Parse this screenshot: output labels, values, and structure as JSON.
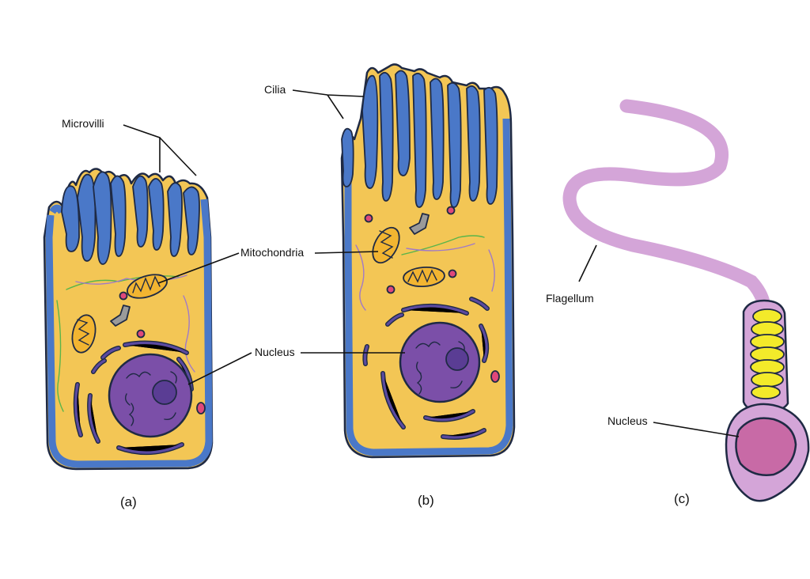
{
  "labels": {
    "microvilli": "Microvilli",
    "cilia": "Cilia",
    "mitochondria": "Mitochondria",
    "nucleus_b": "Nucleus",
    "flagellum": "Flagellum",
    "nucleus_c": "Nucleus"
  },
  "captions": {
    "a": "(a)",
    "b": "(b)",
    "c": "(c)"
  },
  "colors": {
    "membrane": "#4a78c8",
    "cytoplasm": "#f3c655",
    "nucleus": "#7b4fa8",
    "nucleolus": "#5a3d94",
    "er": "#5b4aa0",
    "mitochondria": "#f2b531",
    "vesicle": "#e0487a",
    "golgi": "#9a9a9a",
    "fiber_green": "#5ab54a",
    "fiber_purple": "#a07ac8",
    "sperm_body": "#d4a5d8",
    "sperm_head": "#c86aa6",
    "sperm_midpiece": "#f3ea2a",
    "outline": "#1f2a44"
  },
  "icons": [
    "epithelial-cell-microvilli",
    "ciliated-cell",
    "sperm-cell"
  ]
}
